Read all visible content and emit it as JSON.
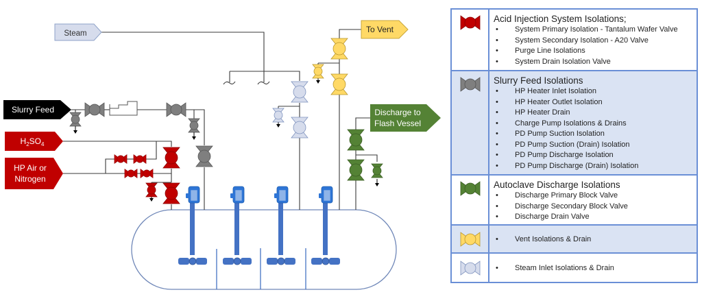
{
  "diagram": {
    "inlets": {
      "steam": "Steam",
      "slurry_feed": "Slurry Feed",
      "h2so4_main": "H",
      "h2so4_sub1": "2",
      "h2so4_mid": "SO",
      "h2so4_sub2": "4",
      "hp_air_line1": "HP Air or",
      "hp_air_line2": "Nitrogen"
    },
    "outlets": {
      "to_vent": "To Vent",
      "discharge_line1": "Discharge to",
      "discharge_line2": "Flash Vessel"
    },
    "colors": {
      "acid_red": "#c00000",
      "slurry_grey": "#7f7f7f",
      "discharge_green": "#548235",
      "vent_yellow": "#ffd966",
      "steam_blue": "#d6dcec",
      "agitator_blue": "#4472c4",
      "motor_blue": "#2e75d6",
      "vessel_outline": "#6f87b8"
    }
  },
  "legend": {
    "rows": [
      {
        "title": "Acid Injection System Isolations;",
        "valve_color": "#c00000",
        "items": [
          "System Primary Isolation - Tantalum Wafer Valve",
          "System Secondary Isolation - A20 Valve",
          "Purge Line Isolations",
          "System Drain Isolation Valve"
        ]
      },
      {
        "title": "Slurry Feed Isolations",
        "valve_color": "#7f7f7f",
        "items": [
          "HP Heater Inlet Isolation",
          "HP Heater Outlet Isolation",
          "HP Heater Drain",
          "Charge Pump Isolations & Drains",
          "PD Pump Suction Isolation",
          "PD Pump Suction (Drain) Isolation",
          "PD Pump Discharge Isolation",
          "PD Pump Discharge (Drain) Isolation"
        ]
      },
      {
        "title": "Autoclave Discharge Isolations",
        "valve_color": "#548235",
        "items": [
          "Discharge Primary Block Valve",
          "Discharge Secondary Block Valve",
          "Discharge Drain Valve"
        ]
      },
      {
        "title": "",
        "valve_color": "#ffd966",
        "items": [
          "Vent Isolations & Drain"
        ]
      },
      {
        "title": "",
        "valve_color": "#d6dcec",
        "items": [
          "Steam Inlet Isolations & Drain"
        ]
      }
    ]
  }
}
